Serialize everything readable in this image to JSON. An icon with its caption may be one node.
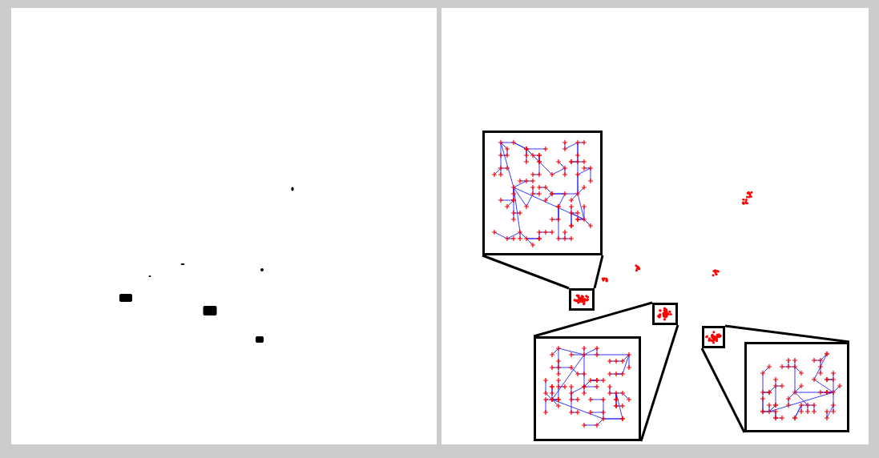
{
  "diagram": {
    "nodes": [
      {
        "text": [],
        "shape": "box"
      },
      {
        "text": [],
        "shape": "box"
      },
      {
        "text": [],
        "shape": "box"
      },
      {
        "text": [],
        "shape": "box"
      },
      {
        "text": [],
        "shape": "box"
      },
      {
        "text": [],
        "shape": "box"
      }
    ],
    "edges": [
      {
        "from": 1,
        "to": 0,
        "arrow": "none"
      },
      {
        "from": 1,
        "to": 0,
        "arrow": "none"
      },
      {
        "from": 2,
        "to": 3,
        "arrow": "none"
      },
      {
        "from": 2,
        "to": 3,
        "arrow": "none"
      },
      {
        "from": 4,
        "to": 5,
        "arrow": "none"
      },
      {
        "from": 4,
        "to": 5,
        "arrow": "none"
      }
    ]
  }
}
